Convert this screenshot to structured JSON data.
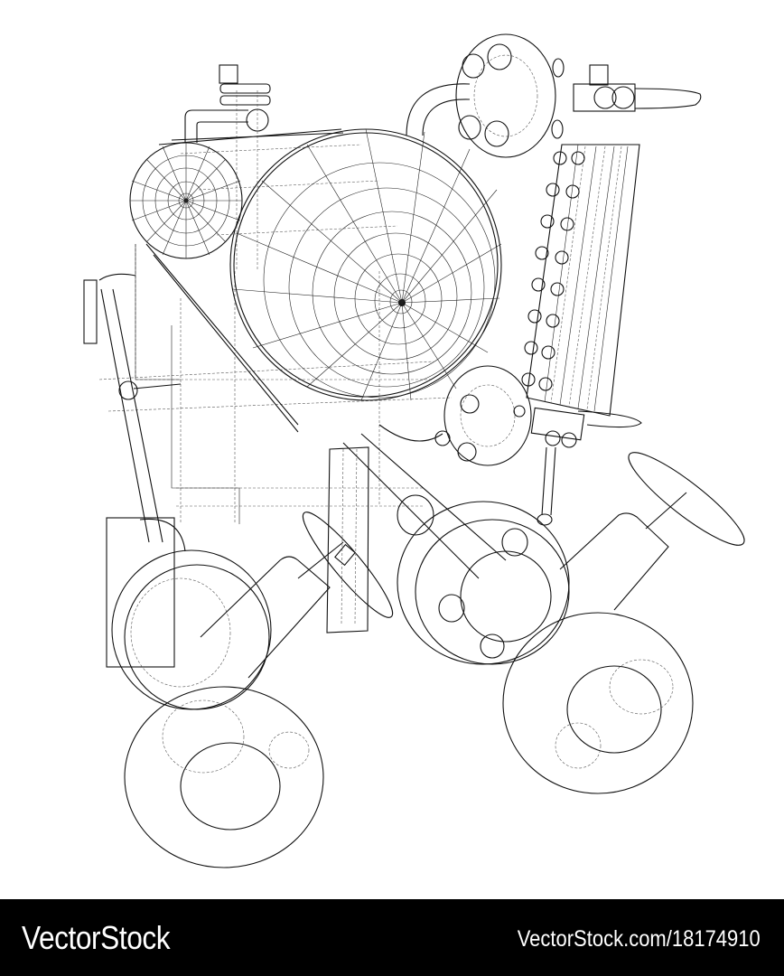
{
  "image": {
    "subject": "wireframe drawing of industrial pressure vessel with valves, flanges and level gauge",
    "style": "black line art on white background",
    "background_color": "#ffffff",
    "line_color": "#111111"
  },
  "footer": {
    "brand": "VectorStock",
    "reference": "VectorStock.com/18174910",
    "background_color": "#000000",
    "text_color": "#ffffff"
  }
}
